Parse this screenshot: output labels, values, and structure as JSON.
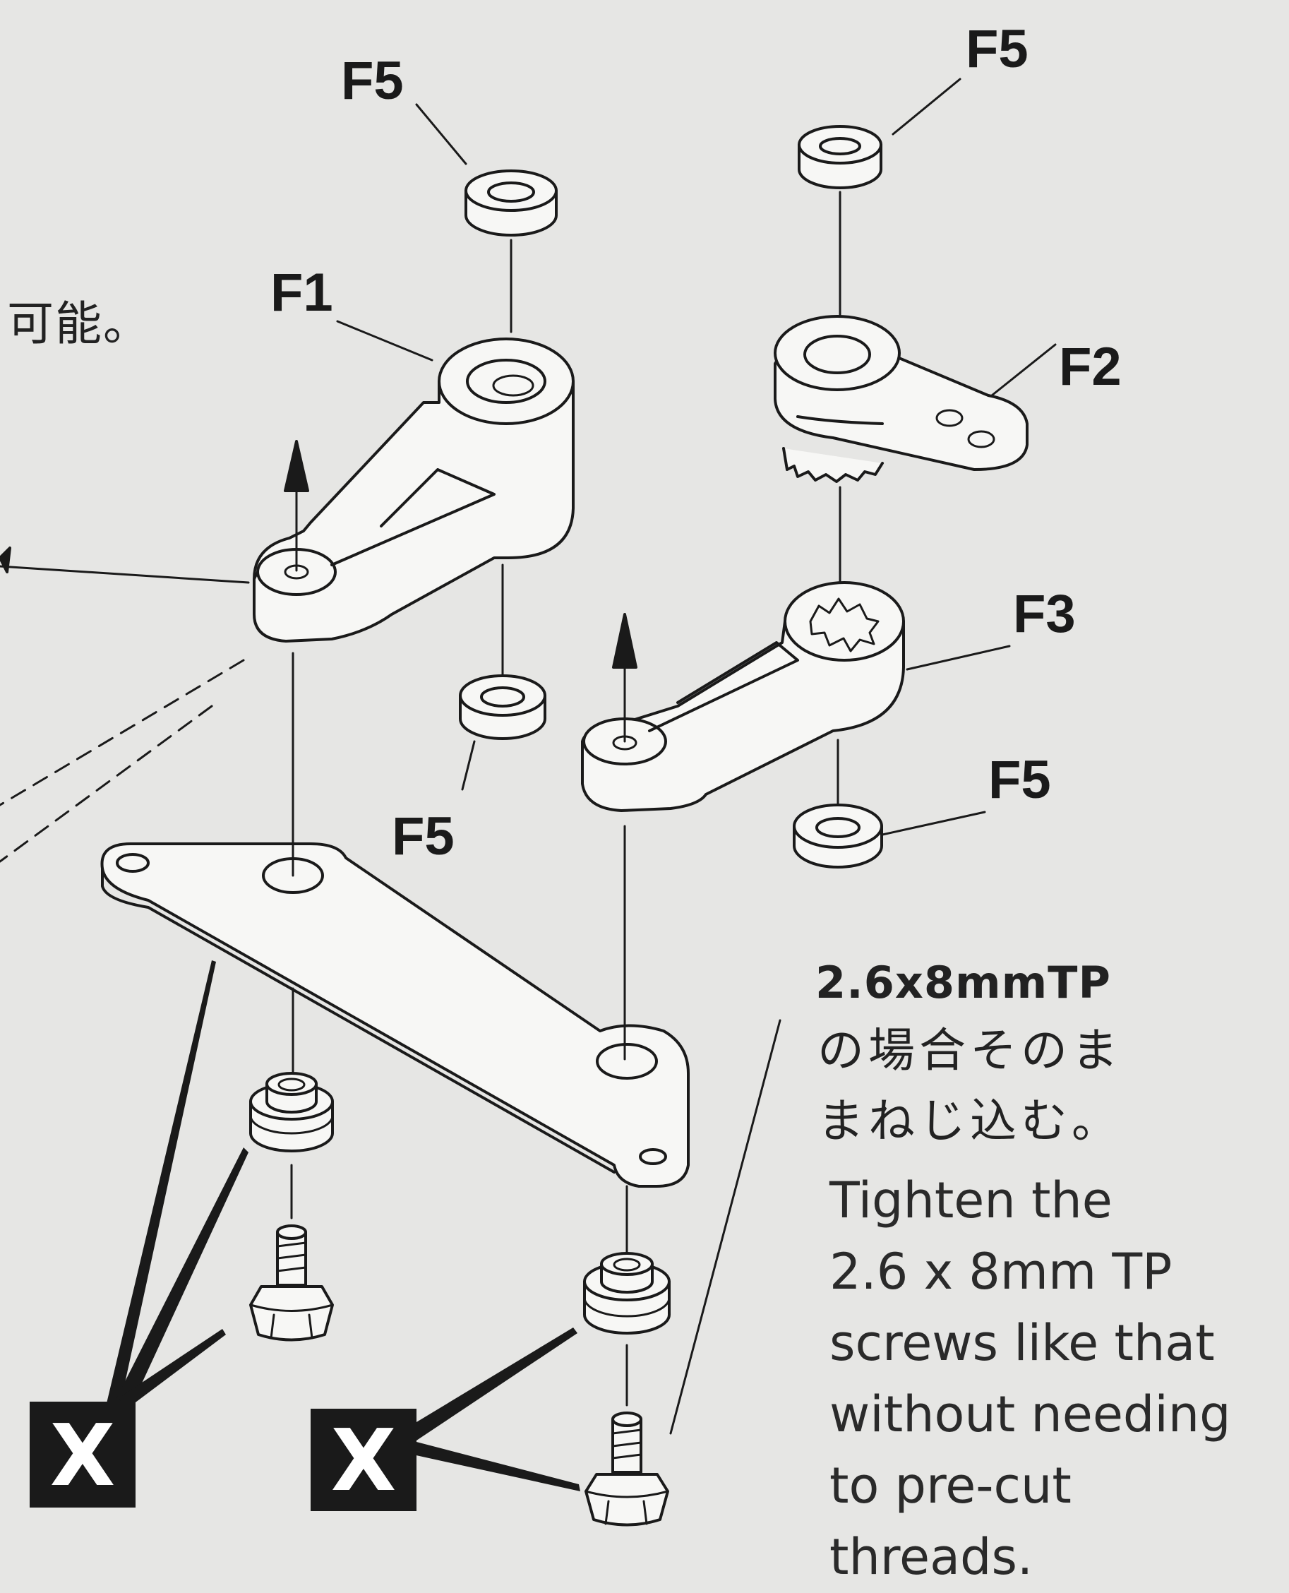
{
  "labels": {
    "f5_top_left": "F5",
    "f5_top_right": "F5",
    "f1": "F1",
    "f2": "F2",
    "f3": "F3",
    "f5_middle_right": "F5",
    "f5_middle_left": "F5",
    "x_left": "X",
    "x_right": "X"
  },
  "notes": {
    "jp_fragment": "可能。",
    "screw_spec": "2.6x8mmTP",
    "jp_lines": [
      "の場合そのま",
      "まねじ込む。"
    ],
    "en_lines": [
      "Tighten the",
      "2.6 x 8mm TP",
      "screws like that",
      "without needing",
      "to pre-cut",
      "threads."
    ]
  },
  "colors": {
    "paper": "#e6e6e4",
    "ink": "#1a1a1a",
    "part_fill": "#f7f7f5"
  }
}
